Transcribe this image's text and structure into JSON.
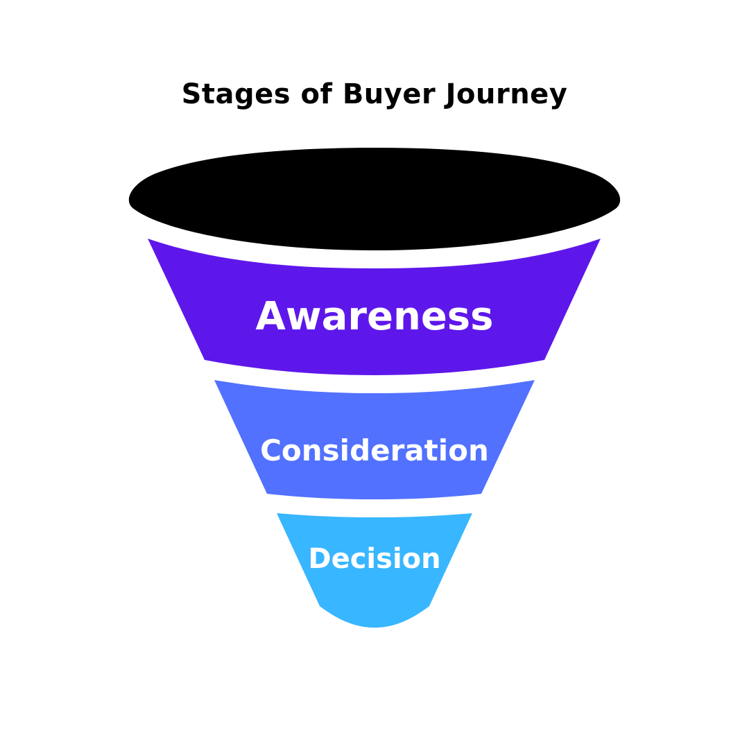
{
  "title": "Stages of Buyer Journey",
  "stages": [
    {
      "label": "Awareness",
      "color": "#5e17eb"
    },
    {
      "label": "Consideration",
      "color": "#5271ff"
    },
    {
      "label": "Decision",
      "color": "#38b6ff"
    }
  ],
  "rim_color": "#000000",
  "text_color": "#ffffff"
}
